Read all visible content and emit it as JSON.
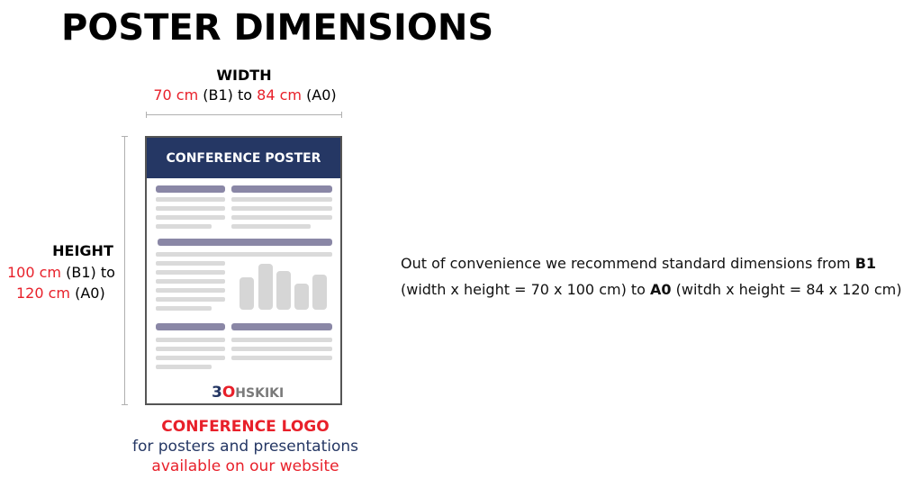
{
  "title": "POSTER DIMENSIONS",
  "width": {
    "label": "WIDTH",
    "min": "70 cm",
    "min_format": "(B1)",
    "to": "to",
    "max": "84 cm",
    "max_format": "(A0)"
  },
  "height": {
    "label": "HEIGHT",
    "min": "100 cm",
    "min_format": "(B1)",
    "to": "to",
    "max": "120 cm",
    "max_format": "(A0)"
  },
  "poster": {
    "header": "CONFERENCE POSTER",
    "logo": "3OHSKIKI"
  },
  "caption": {
    "line1": "CONFERENCE LOGO",
    "line2": "for posters and presentations",
    "line3": "available on our website"
  },
  "description": {
    "l1_text": "Out of convenience we recommend standard dimensions from ",
    "l1_bold": "B1",
    "l2_text1": "(width x height = 70 x 100 cm) to ",
    "l2_bold": "A0",
    "l2_text2": " (witdh x height = 84 x 120 cm)"
  },
  "colors": {
    "navy": "#253764",
    "red": "#e8202a"
  }
}
